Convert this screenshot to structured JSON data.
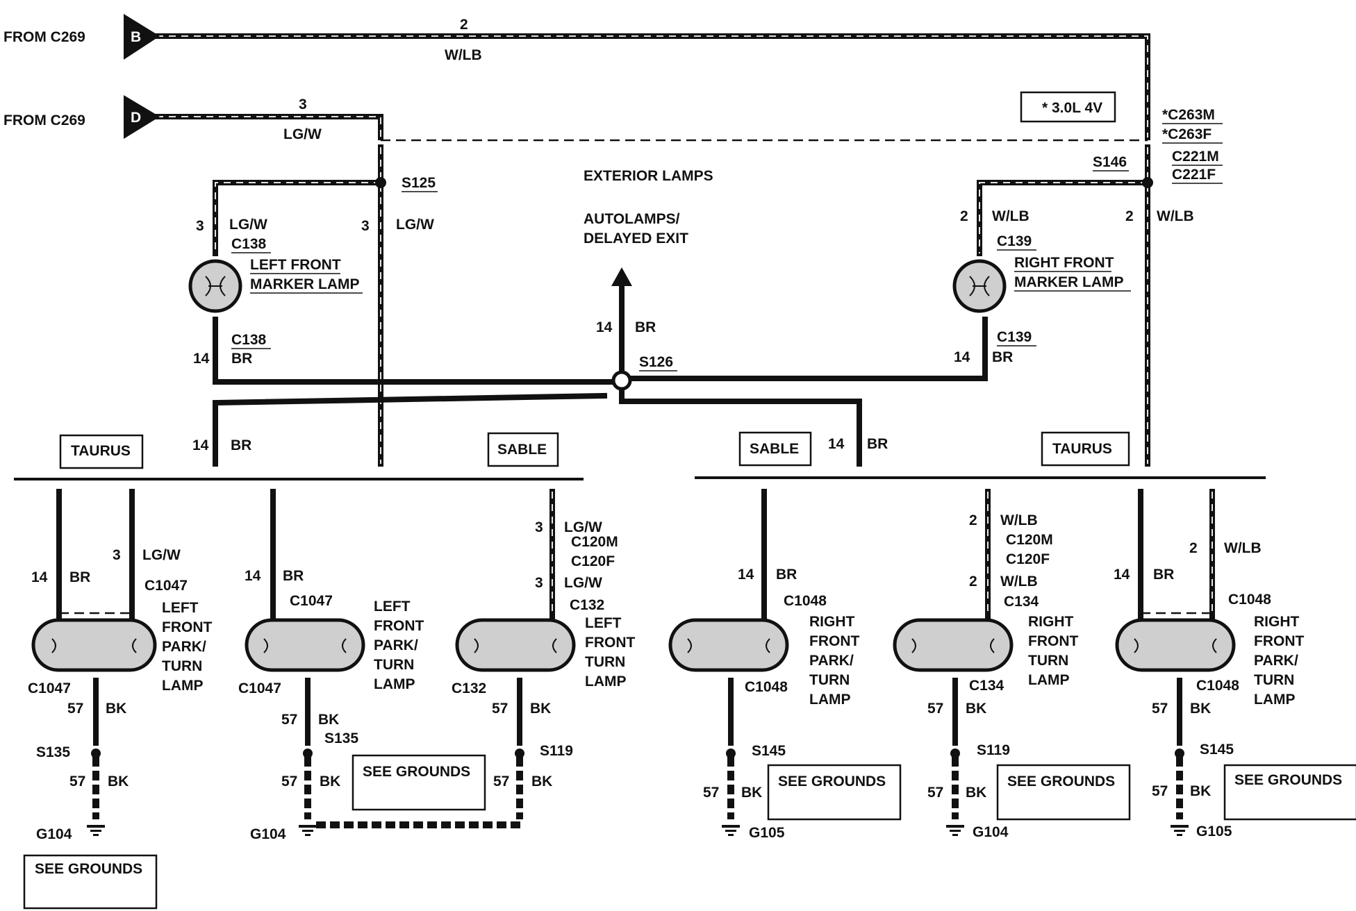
{
  "title": "EXTERIOR LAMPS",
  "inputs": [
    {
      "from": "FROM C269",
      "pin": "B",
      "circuit": "2",
      "color": "W/LB"
    },
    {
      "from": "FROM C269",
      "pin": "D",
      "circuit": "3",
      "color": "LG/W"
    }
  ],
  "option_note": "* 3.0L 4V",
  "right_connectors": [
    "*C263M",
    "*C263F",
    "C221M",
    "C221F"
  ],
  "autolamps": {
    "label_line1": "AUTOLAMPS/",
    "label_line2": "DELAYED EXIT",
    "circuit": "14",
    "color": "BR",
    "splice": "S126"
  },
  "splices": {
    "s125": "S125",
    "s146": "S146"
  },
  "wire_labels": {
    "lgw": "LG/W",
    "wlb": "W/LB",
    "br": "BR",
    "bk": "BK",
    "n3": "3",
    "n2": "2",
    "n14": "14",
    "n57": "57"
  },
  "marker_lamps": {
    "left": {
      "connector": "C138",
      "line1": "LEFT FRONT",
      "line2": "MARKER LAMP"
    },
    "right": {
      "connector": "C139",
      "line1": "RIGHT FRONT",
      "line2": "MARKER LAMP"
    }
  },
  "model_labels": {
    "taurus": "TAURUS",
    "sable": "SABLE"
  },
  "inline_connectors": {
    "c120m": "C120M",
    "c120f": "C120F"
  },
  "turn_lamps": [
    {
      "connector": "C1047",
      "lines": [
        "LEFT",
        "FRONT",
        "PARK/",
        "TURN",
        "LAMP"
      ],
      "splice": "S135",
      "ground": "G104"
    },
    {
      "connector": "C1047",
      "lines": [
        "LEFT",
        "FRONT",
        "PARK/",
        "TURN",
        "LAMP"
      ],
      "splice": "S135",
      "ground": "G104"
    },
    {
      "connector": "C132",
      "lines": [
        "LEFT",
        "FRONT",
        "TURN",
        "LAMP"
      ],
      "splice": "S119",
      "ground": "G104"
    },
    {
      "connector": "C1048",
      "lines": [
        "RIGHT",
        "FRONT",
        "PARK/",
        "TURN",
        "LAMP"
      ],
      "splice": "S145",
      "ground": "G105"
    },
    {
      "connector": "C134",
      "lines": [
        "RIGHT",
        "FRONT",
        "TURN",
        "LAMP"
      ],
      "splice": "S119",
      "ground": "G104"
    },
    {
      "connector": "C1048",
      "lines": [
        "RIGHT",
        "FRONT",
        "PARK/",
        "TURN",
        "LAMP"
      ],
      "splice": "S145",
      "ground": "G105"
    }
  ],
  "see_grounds": "SEE GROUNDS"
}
